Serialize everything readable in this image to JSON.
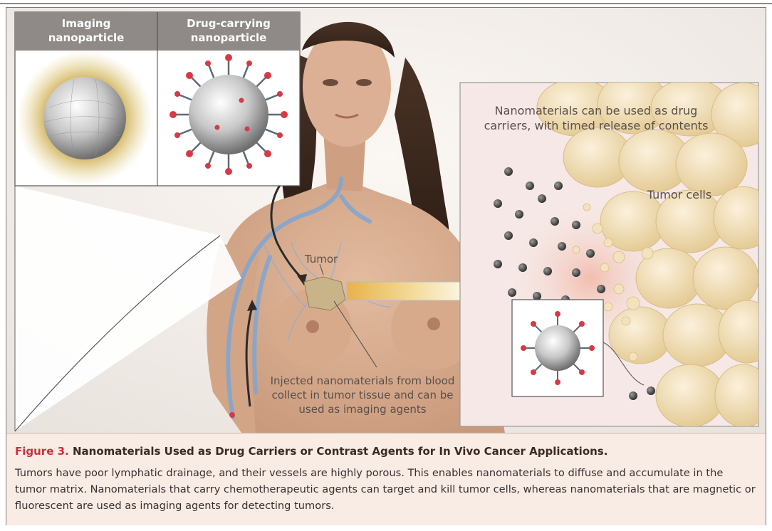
{
  "inset_panel": {
    "left_title": [
      "Imaging",
      "nanoparticle"
    ],
    "right_title": [
      "Drug-carrying",
      "nanoparticle"
    ]
  },
  "labels": {
    "tumor": "Tumor",
    "drug_carriers": [
      "Nanomaterials can be used as drug",
      "carriers, with timed release of contents"
    ],
    "tumor_cells": "Tumor cells",
    "injected": [
      "Injected nanomaterials from blood",
      "collect in tumor tissue and can be",
      "used as imaging agents"
    ]
  },
  "caption": {
    "figure_number": "Figure 3.",
    "title": "Nanomaterials Used as Drug Carriers or Contrast Agents for In Vivo Cancer Applications.",
    "body": "Tumors have poor lymphatic drainage, and their vessels are highly porous. This enables nanomaterials to diffuse and accumulate in the tumor matrix. Nanomaterials that carry chemotherapeutic agents can target and kill tumor cells, whereas nanomaterials that are magnetic or fluorescent are used as imaging agents for detecting tumors."
  },
  "colors": {
    "accent_red": "#c8323c",
    "inset_header": "#8f8a88",
    "caption_bg": "#f8ece4",
    "skin": "#d7ab8e",
    "vessel_blue": "#7fa6d2",
    "tumor_cell": "#f0ddb4",
    "gold_particle": "#c9a63e",
    "red_tip": "#d63a44"
  }
}
